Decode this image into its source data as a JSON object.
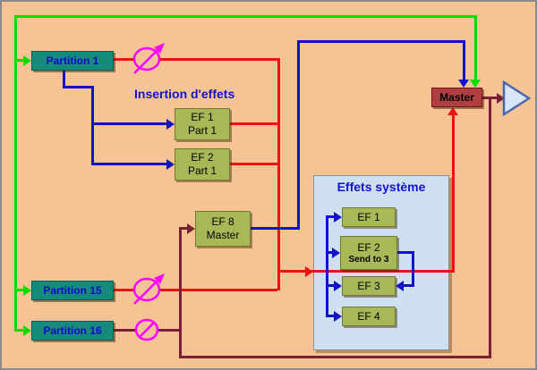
{
  "diagram": {
    "titles": {
      "insertion": "Insertion d'effets",
      "system": "Effets système"
    },
    "partitions": {
      "p1": "Partition 1",
      "p15": "Partition 15",
      "p16": "Partition 16"
    },
    "insertion_effects": {
      "ef1": {
        "name": "EF 1",
        "target": "Part 1"
      },
      "ef2": {
        "name": "EF 2",
        "target": "Part 1"
      },
      "ef8": {
        "name": "EF 8",
        "target": "Master"
      }
    },
    "system_effects": {
      "ef1": "EF 1",
      "ef2": {
        "name": "EF 2",
        "note": "Send to 3"
      },
      "ef3": "EF 3",
      "ef4": "EF 4"
    },
    "master_label": "Master",
    "icons": {
      "knob": "level-knob",
      "muted": "muted-level",
      "output": "output-triangle"
    },
    "colors": {
      "background": "#f6c494",
      "green_line": "#00dd00",
      "blue_line": "#1111cc",
      "red_line": "#ee1111",
      "maroon_line": "#7b1f35",
      "magenta_icon": "#ff00ff",
      "partition_box": "#178a7c",
      "effect_box": "#a9b857",
      "master_box": "#b04040",
      "system_panel": "#cfe0f2",
      "label_text": "#1212d0"
    }
  }
}
